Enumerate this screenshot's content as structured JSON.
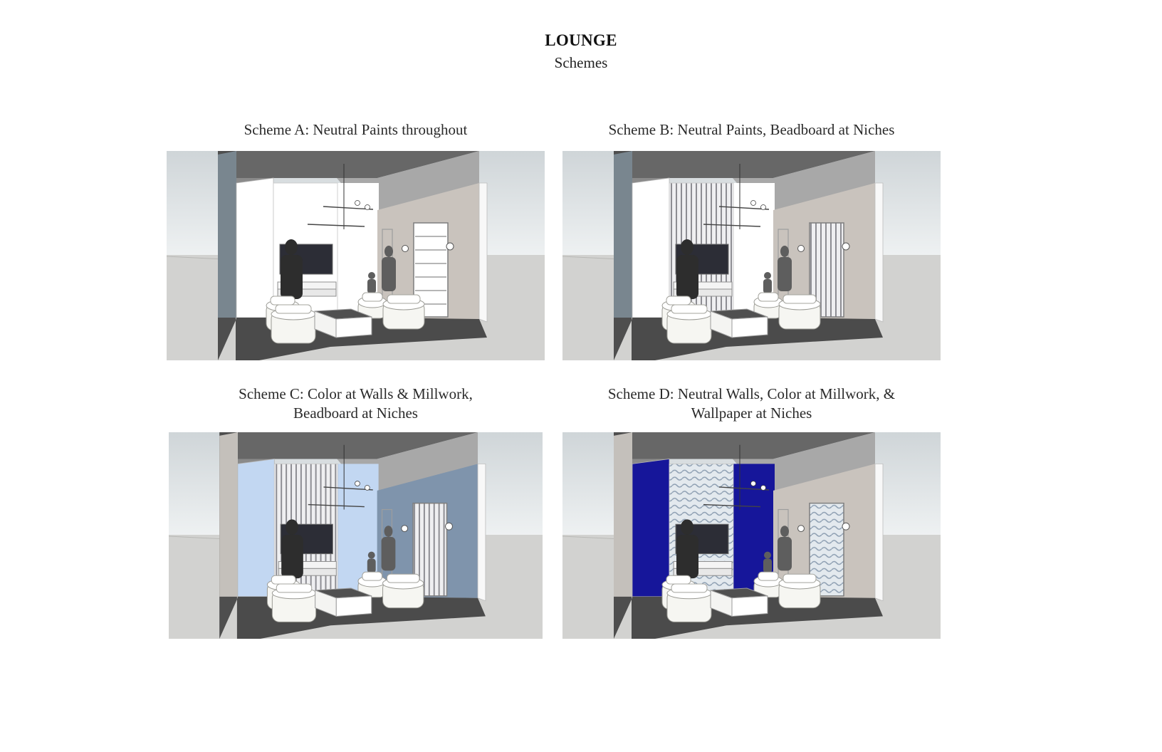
{
  "page": {
    "title": "LOUNGE",
    "subtitle": "Schemes"
  },
  "schemes": [
    {
      "caption_lines": [
        "Scheme A: Neutral Paints throughout"
      ],
      "palette": {
        "left_wall": "#79868f",
        "back_wall": "#ffffff",
        "feature": "#ffffff",
        "right_wall": "#c9c3bd",
        "niche": "#ffffff",
        "millwork": "#ffffff"
      },
      "feature_style": "plain",
      "niche_style": "shelves"
    },
    {
      "caption_lines": [
        "Scheme B: Neutral Paints, Beadboard at Niches"
      ],
      "palette": {
        "left_wall": "#79868f",
        "back_wall": "#ffffff",
        "feature": "#e8e8ea",
        "right_wall": "#c9c3bd",
        "niche": "#e9e9eb",
        "millwork": "#ffffff"
      },
      "feature_style": "beadboard",
      "niche_style": "beadboard"
    },
    {
      "caption_lines": [
        "Scheme C: Color at Walls & Millwork,",
        "Beadboard at Niches"
      ],
      "palette": {
        "left_wall": "#c4c0bb",
        "back_wall": "#c2d7f2",
        "feature": "#e8e8ea",
        "right_wall": "#7f94ac",
        "niche": "#e9e9eb",
        "millwork": "#c2d7f2"
      },
      "feature_style": "beadboard",
      "niche_style": "beadboard"
    },
    {
      "caption_lines": [
        "Scheme D: Neutral Walls, Color at Millwork,  &",
        "Wallpaper at Niches"
      ],
      "palette": {
        "left_wall": "#c4c0bb",
        "back_wall": "#16169a",
        "feature": "#dfe5ea",
        "right_wall": "#c9c3bd",
        "niche": "#dde4ea",
        "millwork": "#16169a"
      },
      "feature_style": "wallpaper",
      "niche_style": "wallpaper"
    }
  ]
}
